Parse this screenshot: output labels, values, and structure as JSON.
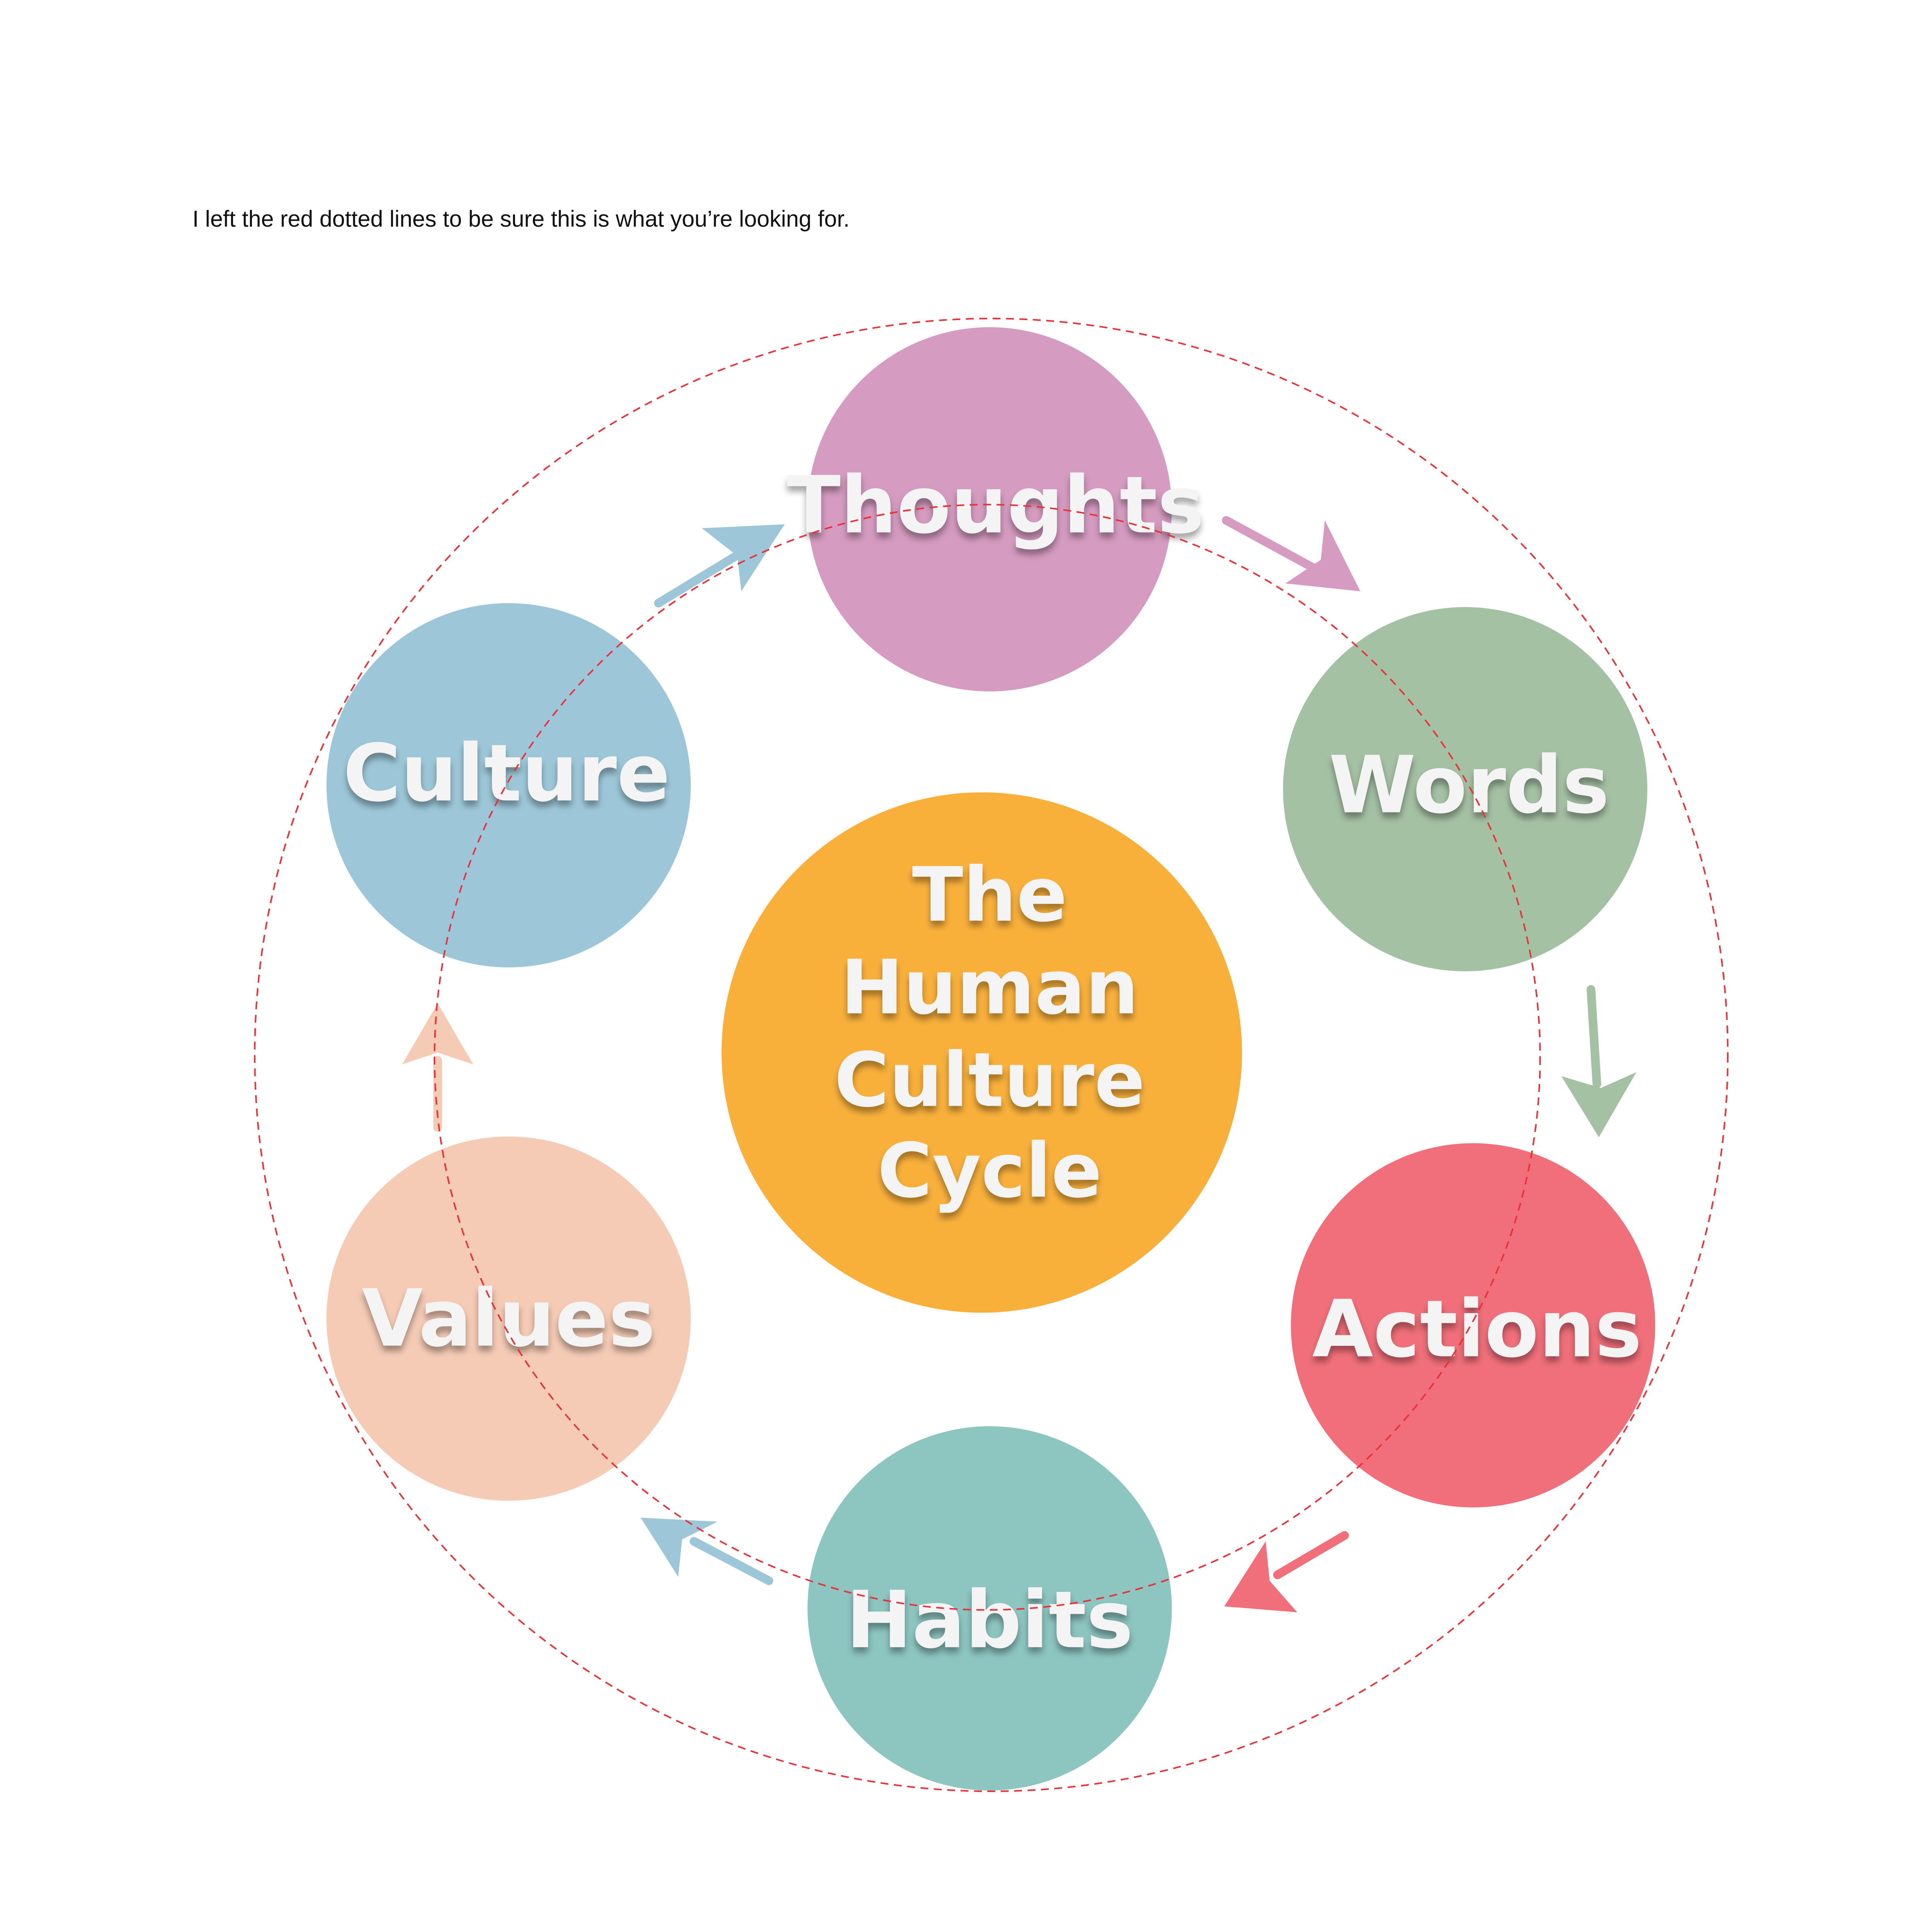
{
  "note": "I left the red dotted lines to be sure this is what you’re looking for.",
  "center": {
    "lines": [
      "The",
      "Human",
      "Culture",
      "Cycle"
    ],
    "color": "#f9b03b"
  },
  "nodes": [
    {
      "id": "thoughts",
      "label": "Thoughts",
      "color": "#d59bc0"
    },
    {
      "id": "words",
      "label": "Words",
      "color": "#a5c1a4"
    },
    {
      "id": "actions",
      "label": "Actions",
      "color": "#f06f7a"
    },
    {
      "id": "habits",
      "label": "Habits",
      "color": "#8dc5c1"
    },
    {
      "id": "values",
      "label": "Values",
      "color": "#f5cbb5"
    },
    {
      "id": "culture",
      "label": "Culture",
      "color": "#9dc7d8"
    }
  ],
  "arrows": [
    {
      "from": "culture",
      "to": "thoughts",
      "color": "#9dc7d8"
    },
    {
      "from": "thoughts",
      "to": "words",
      "color": "#d59bc0"
    },
    {
      "from": "words",
      "to": "actions",
      "color": "#a5c1a4"
    },
    {
      "from": "actions",
      "to": "habits",
      "color": "#f06f7a"
    },
    {
      "from": "habits",
      "to": "values",
      "color": "#9dc7d8"
    },
    {
      "from": "values",
      "to": "culture",
      "color": "#f5cbb5"
    }
  ],
  "guide_color": "#e8333a"
}
